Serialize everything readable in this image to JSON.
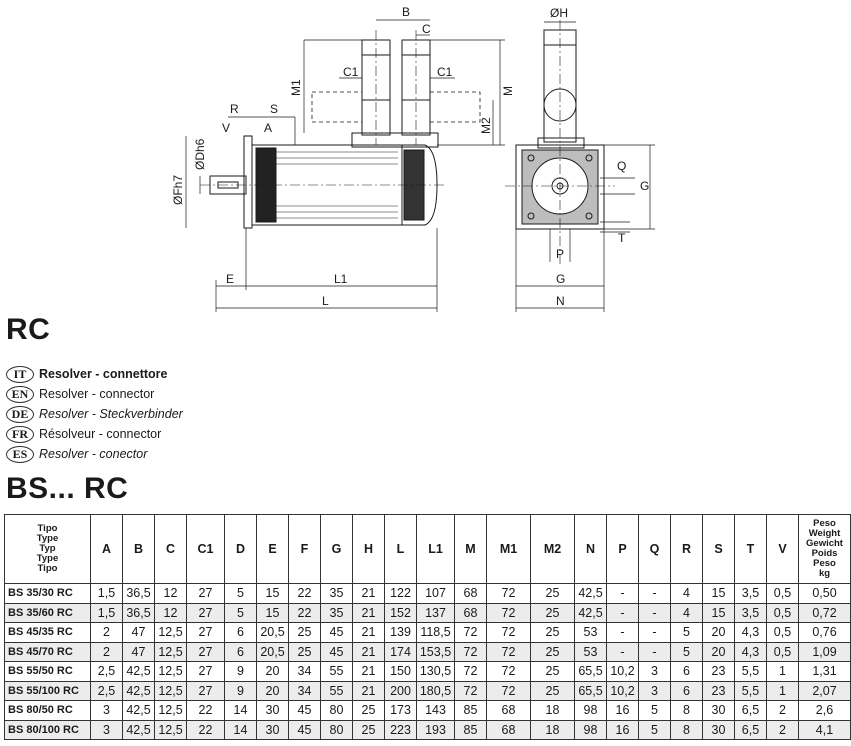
{
  "drawing": {
    "labels": {
      "B": "B",
      "C": "C",
      "C1_left": "C1",
      "C1_right": "C1",
      "M1": "M1",
      "M": "M",
      "M2": "M2",
      "R": "R",
      "S": "S",
      "V": "V",
      "A": "A",
      "Dh6": "ØDh6",
      "Fh7": "ØFh7",
      "E": "E",
      "L1": "L1",
      "L": "L",
      "H": "ØH",
      "Q": "Q",
      "G_side": "G",
      "T": "T",
      "P": "P",
      "G_bottom": "G",
      "N": "N"
    }
  },
  "heading": "RC",
  "languages": [
    {
      "code": "IT",
      "text": "Resolver - connettore"
    },
    {
      "code": "EN",
      "text": "Resolver - connector"
    },
    {
      "code": "DE",
      "text": "Resolver - Steckverbinder"
    },
    {
      "code": "FR",
      "text": "Résolveur - connector"
    },
    {
      "code": "ES",
      "text": "Resolver - conector"
    }
  ],
  "series_heading": "BS... RC",
  "table": {
    "type_header": [
      "Tipo",
      "Type",
      "Typ",
      "Type",
      "Tipo"
    ],
    "weight_header": [
      "Peso",
      "Weight",
      "Gewicht",
      "Poids",
      "Peso",
      "kg"
    ],
    "columns": [
      "A",
      "B",
      "C",
      "C1",
      "D",
      "E",
      "F",
      "G",
      "H",
      "L",
      "L1",
      "M",
      "M1",
      "M2",
      "N",
      "P",
      "Q",
      "R",
      "S",
      "T",
      "V"
    ],
    "rows": [
      {
        "model": "BS 35/30 RC",
        "values": [
          "1,5",
          "36,5",
          "12",
          "27",
          "5",
          "15",
          "22",
          "35",
          "21",
          "122",
          "107",
          "68",
          "72",
          "25",
          "42,5",
          "-",
          "-",
          "4",
          "15",
          "3,5",
          "0,5",
          "0,50"
        ]
      },
      {
        "model": "BS 35/60 RC",
        "values": [
          "1,5",
          "36,5",
          "12",
          "27",
          "5",
          "15",
          "22",
          "35",
          "21",
          "152",
          "137",
          "68",
          "72",
          "25",
          "42,5",
          "-",
          "-",
          "4",
          "15",
          "3,5",
          "0,5",
          "0,72"
        ]
      },
      {
        "model": "BS 45/35 RC",
        "values": [
          "2",
          "47",
          "12,5",
          "27",
          "6",
          "20,5",
          "25",
          "45",
          "21",
          "139",
          "118,5",
          "72",
          "72",
          "25",
          "53",
          "-",
          "-",
          "5",
          "20",
          "4,3",
          "0,5",
          "0,76"
        ]
      },
      {
        "model": "BS 45/70 RC",
        "values": [
          "2",
          "47",
          "12,5",
          "27",
          "6",
          "20,5",
          "25",
          "45",
          "21",
          "174",
          "153,5",
          "72",
          "72",
          "25",
          "53",
          "-",
          "-",
          "5",
          "20",
          "4,3",
          "0,5",
          "1,09"
        ]
      },
      {
        "model": "BS 55/50 RC",
        "values": [
          "2,5",
          "42,5",
          "12,5",
          "27",
          "9",
          "20",
          "34",
          "55",
          "21",
          "150",
          "130,5",
          "72",
          "72",
          "25",
          "65,5",
          "10,2",
          "3",
          "6",
          "23",
          "5,5",
          "1",
          "1,31"
        ]
      },
      {
        "model": "BS 55/100 RC",
        "values": [
          "2,5",
          "42,5",
          "12,5",
          "27",
          "9",
          "20",
          "34",
          "55",
          "21",
          "200",
          "180,5",
          "72",
          "72",
          "25",
          "65,5",
          "10,2",
          "3",
          "6",
          "23",
          "5,5",
          "1",
          "2,07"
        ]
      },
      {
        "model": "BS 80/50 RC",
        "values": [
          "3",
          "42,5",
          "12,5",
          "22",
          "14",
          "30",
          "45",
          "80",
          "25",
          "173",
          "143",
          "85",
          "68",
          "18",
          "98",
          "16",
          "5",
          "8",
          "30",
          "6,5",
          "2",
          "2,6"
        ]
      },
      {
        "model": "BS 80/100 RC",
        "values": [
          "3",
          "42,5",
          "12,5",
          "22",
          "14",
          "30",
          "45",
          "80",
          "25",
          "223",
          "193",
          "85",
          "68",
          "18",
          "98",
          "16",
          "5",
          "8",
          "30",
          "6,5",
          "2",
          "4,1"
        ]
      }
    ]
  }
}
